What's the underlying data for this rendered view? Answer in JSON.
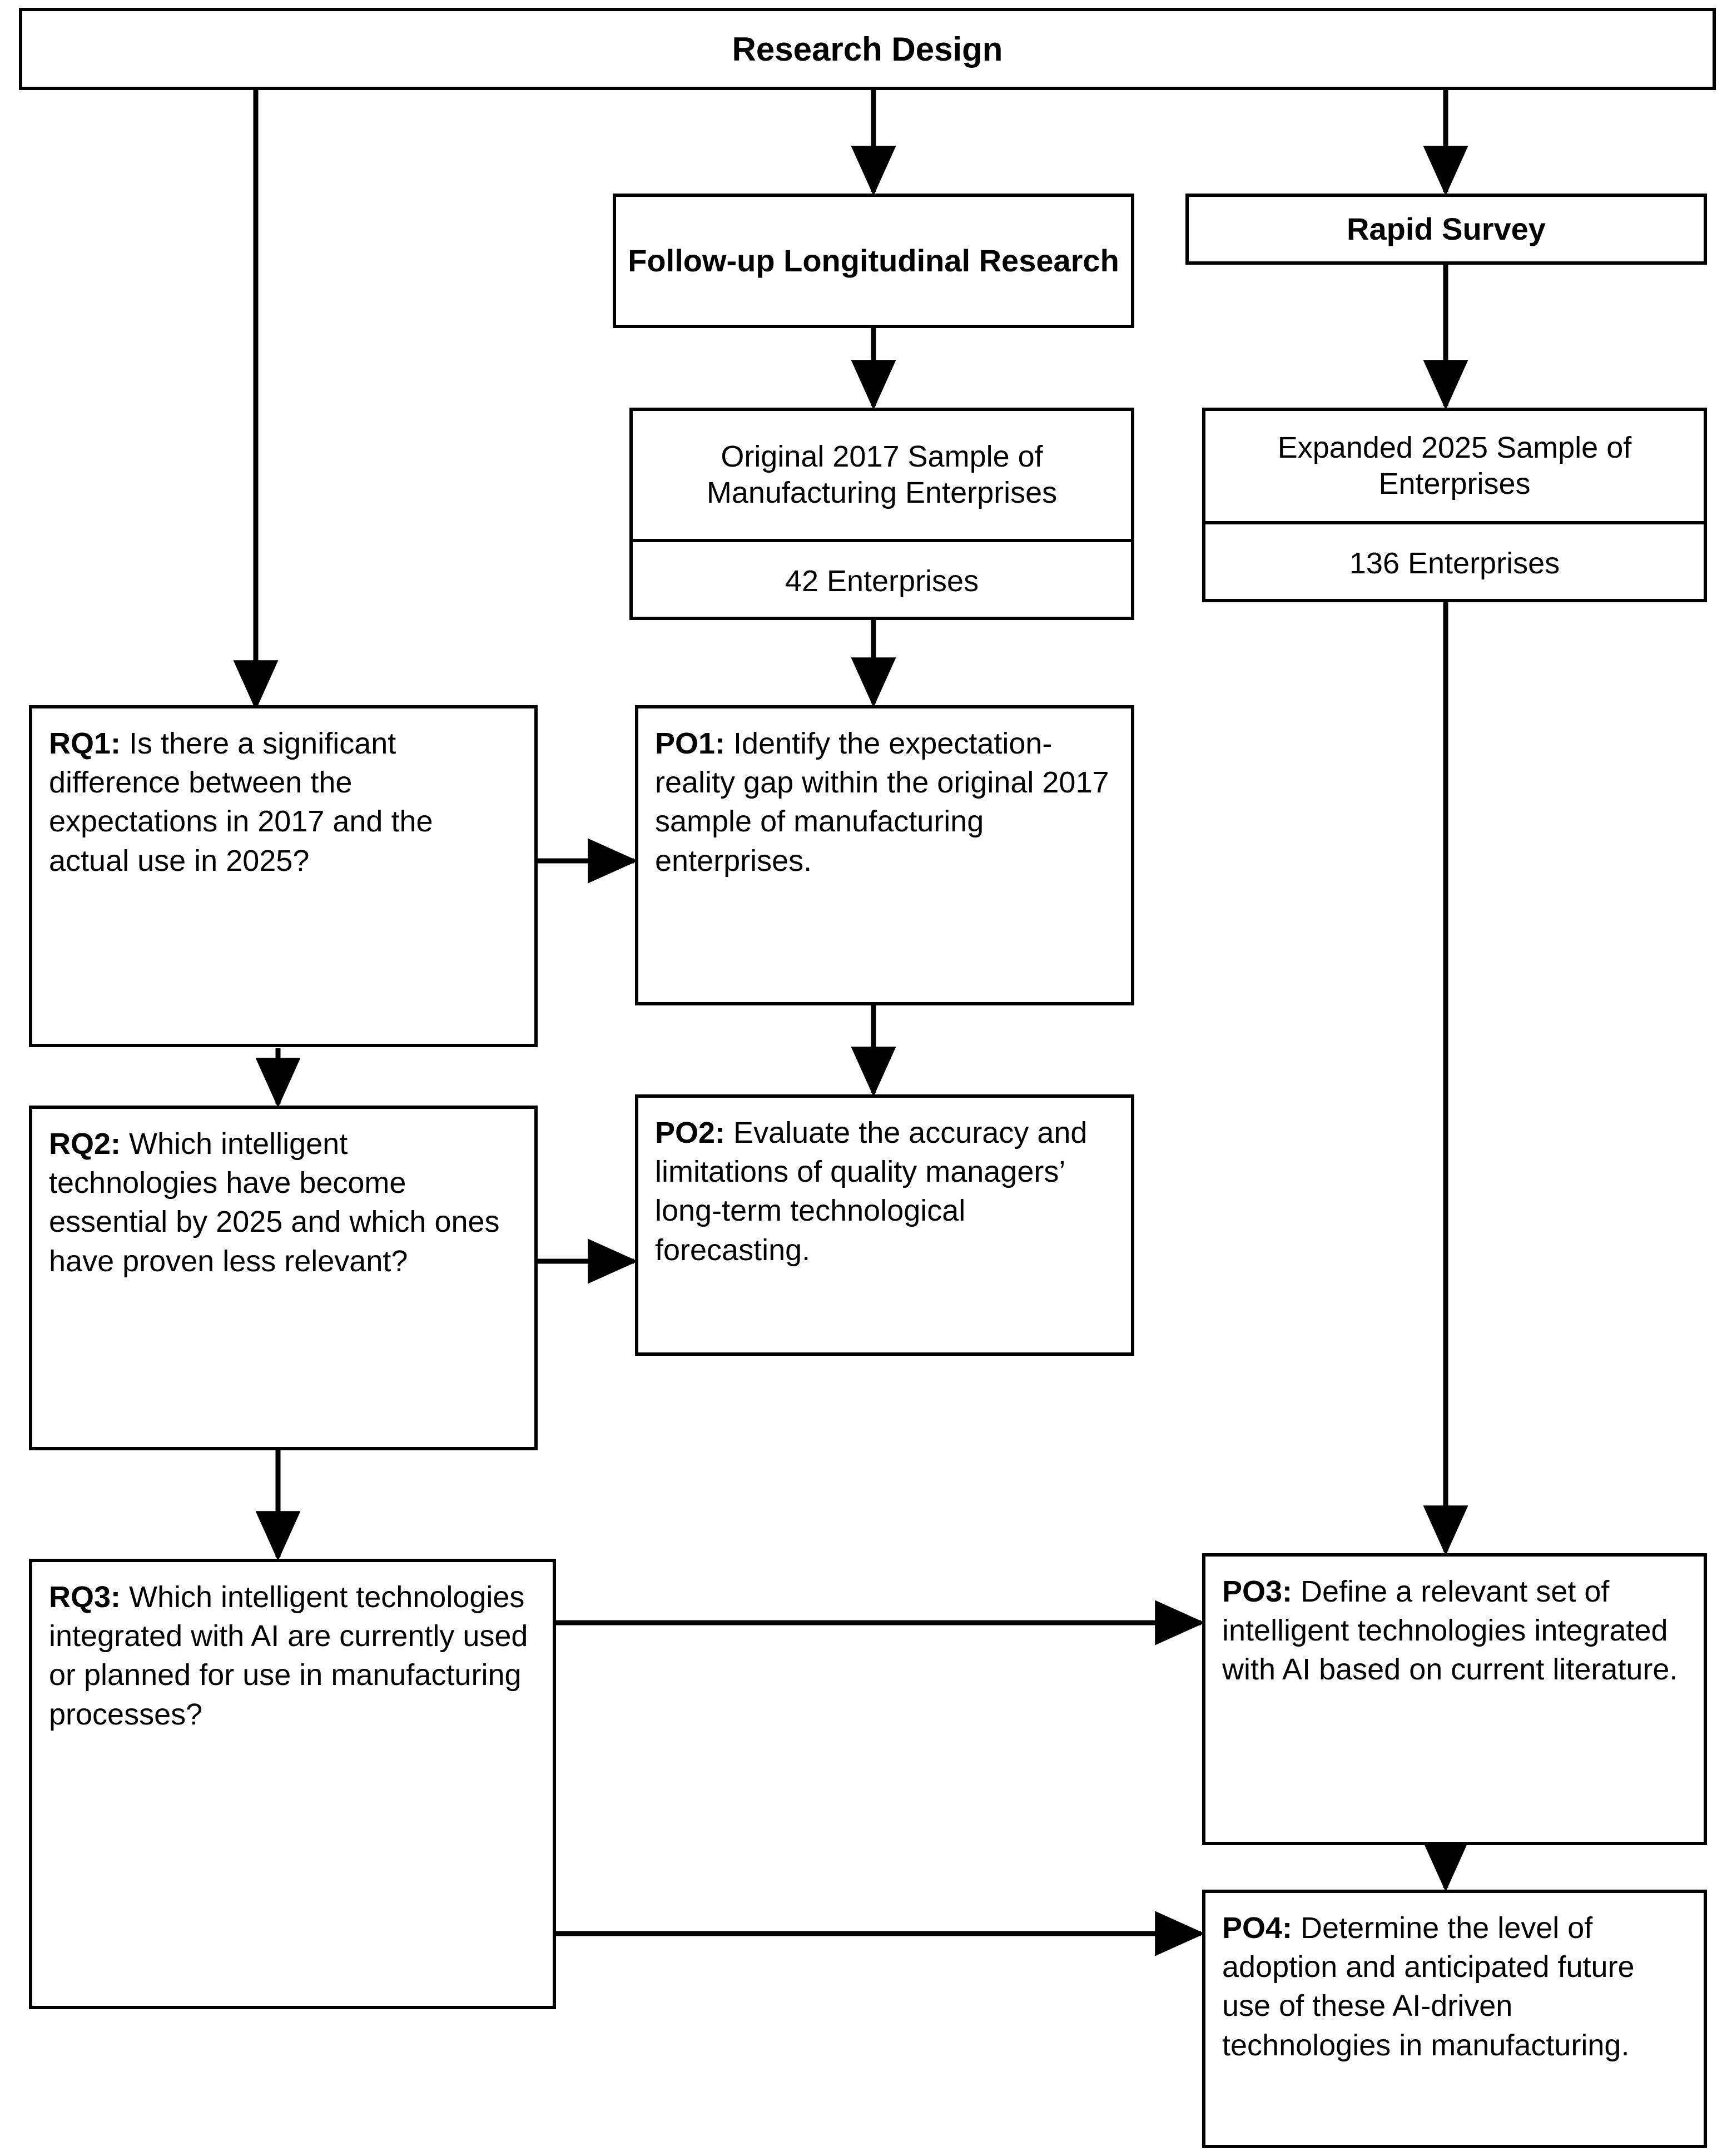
{
  "diagram": {
    "title": "Research Design Flowchart",
    "stroke_color": "#000000",
    "fill_color": "#ffffff"
  },
  "nodes": {
    "root": {
      "label": "Research Design"
    },
    "branch_longitudinal": {
      "label": "Follow-up Longitudinal Research"
    },
    "branch_rapid": {
      "label": "Rapid Survey"
    },
    "sample_2017": {
      "label": "Original 2017 Sample of Manufacturing Enterprises",
      "count": "42 Enterprises"
    },
    "sample_2025": {
      "label": "Expanded 2025 Sample of Enterprises",
      "count": "136 Enterprises"
    },
    "rq1": {
      "tag": "RQ1:",
      "text": " Is there a significant difference between the expectations in 2017 and the actual use in 2025?"
    },
    "rq2": {
      "tag": "RQ2:",
      "text": " Which intelligent technologies have become essential by 2025 and which ones have proven less relevant?"
    },
    "rq3": {
      "tag": "RQ3:",
      "text": " Which intelligent technologies integrated with AI are currently used or planned for use in manufacturing processes?"
    },
    "po1": {
      "tag": "PO1:",
      "text": " Identify the expectation-reality gap within the original 2017 sample of manufacturing enterprises."
    },
    "po2": {
      "tag": "PO2:",
      "text": " Evaluate the accuracy and limitations of quality managers’ long-term technological forecasting."
    },
    "po3": {
      "tag": "PO3:",
      "text": " Define a relevant set of intelligent technologies integrated with AI based on current literature."
    },
    "po4": {
      "tag": "PO4:",
      "text": " Determine the level of adoption and anticipated future use of these AI-driven technologies in manufacturing."
    }
  },
  "edges": [
    {
      "from": "root",
      "to": "rq1",
      "kind": "elbow-down-left"
    },
    {
      "from": "root",
      "to": "branch_longitudinal",
      "kind": "down"
    },
    {
      "from": "root",
      "to": "branch_rapid",
      "kind": "down"
    },
    {
      "from": "branch_longitudinal",
      "to": "sample_2017",
      "kind": "down"
    },
    {
      "from": "branch_rapid",
      "to": "sample_2025",
      "kind": "down"
    },
    {
      "from": "sample_2017",
      "to": "po1",
      "kind": "down"
    },
    {
      "from": "sample_2025",
      "to": "po3",
      "kind": "down"
    },
    {
      "from": "rq1",
      "to": "po1",
      "kind": "right"
    },
    {
      "from": "rq1",
      "to": "rq2",
      "kind": "down"
    },
    {
      "from": "rq2",
      "to": "po2",
      "kind": "right"
    },
    {
      "from": "po1",
      "to": "po2",
      "kind": "down"
    },
    {
      "from": "rq2",
      "to": "rq3",
      "kind": "down"
    },
    {
      "from": "rq3",
      "to": "po3",
      "kind": "right"
    },
    {
      "from": "rq3",
      "to": "po4",
      "kind": "right"
    },
    {
      "from": "po3",
      "to": "po4",
      "kind": "down"
    }
  ]
}
